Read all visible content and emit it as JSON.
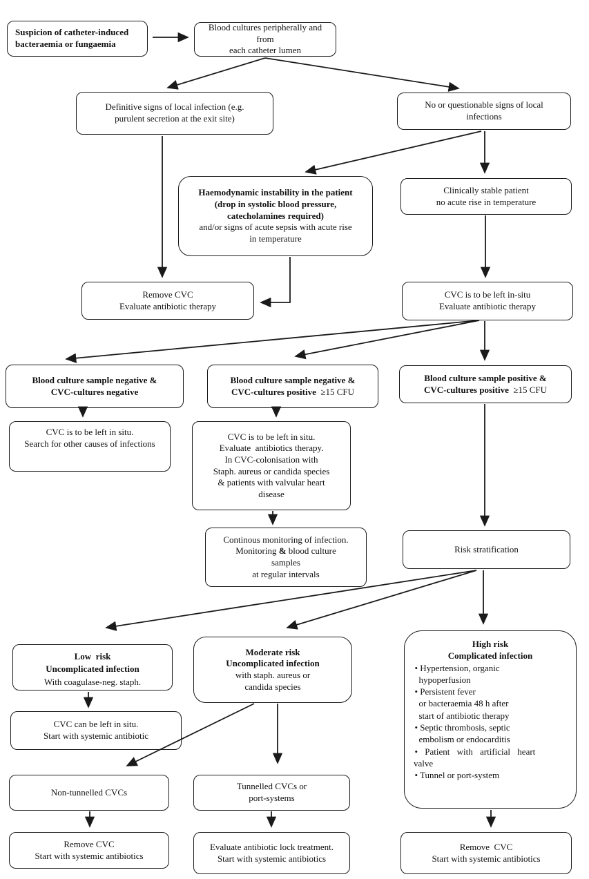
{
  "colors": {
    "line": "#1a1a1a",
    "text": "#111111",
    "background": "#ffffff"
  },
  "nodes": {
    "suspicion": {
      "lines": [
        "Suspicion of catheter-induced",
        "bacteraemia or fungaemia"
      ]
    },
    "blood_cultures": {
      "lines": [
        "Blood cultures peripherally and from",
        "each catheter lumen"
      ]
    },
    "definitive_signs": {
      "lines": [
        "Definitive signs of local infection (e.g.",
        "purulent secretion at the exit site)"
      ]
    },
    "no_questionable": {
      "lines": [
        "No or questionable signs of local",
        "infections"
      ]
    },
    "haemodynamic": {
      "bold_lines": [
        "Haemodynamic instability in the patient",
        "(drop in systolic blood pressure,",
        "catecholamines required)"
      ],
      "lines": [
        "and/or signs of acute sepsis with acute rise",
        "in temperature"
      ]
    },
    "clinically_stable": {
      "lines": [
        "Clinically stable patient",
        "no acute rise in temperature"
      ]
    },
    "remove_cvc_1": {
      "lines": [
        "Remove CVC",
        "Evaluate antibiotic therapy"
      ]
    },
    "cvc_insitu": {
      "lines": [
        "CVC is to be left in-situ",
        "Evaluate antibiotic therapy"
      ]
    },
    "col1_header": {
      "bold_lines": [
        "Blood culture sample negative &",
        "CVC-cultures negative"
      ]
    },
    "col2_header": {
      "bold_line": "Blood culture sample negative &",
      "l2_bold": "CVC-cultures positive",
      "l2_normal": "  ≥15 CFU"
    },
    "col3_header": {
      "bold_line": "Blood culture sample positive &",
      "l2_bold": "CVC-cultures positive",
      "l2_normal": "  ≥15 CFU"
    },
    "col1_insitu": {
      "lines": [
        "CVC is to be left in situ.",
        "Search for other causes of infections"
      ]
    },
    "col2_insitu": {
      "lines": [
        "CVC is to be left in situ.",
        "Evaluate  antibiotics therapy.",
        "In CVC-colonisation with",
        "Staph. aureus or candida species",
        "& patients with valvular heart",
        "disease"
      ]
    },
    "monitoring": {
      "l1": "Continous monitoring of infection.",
      "l2a": "Monitoring ",
      "l2b": "&",
      "l2c": " blood culture",
      "l3": "samples",
      "l4": "at regular intervals"
    },
    "risk_strat": {
      "lines": [
        "Risk stratification"
      ]
    },
    "low_risk": {
      "bold_lines": [
        "Low  risk",
        "Uncomplicated infection"
      ],
      "lines": [
        "With coagulase-neg. staph."
      ]
    },
    "moderate_risk": {
      "bold_lines": [
        "Moderate risk",
        "Uncomplicated infection"
      ],
      "lines": [
        "with staph. aureus or",
        "candida species"
      ]
    },
    "high_risk": {
      "bold_lines": [
        "High risk",
        "Complicated infection"
      ],
      "bullets": [
        "• Hypertension, organic",
        "hypoperfusion",
        "• Persistent fever",
        "or bacteraemia 48 h after",
        "start of antibiotic therapy",
        "• Septic thrombosis, septic",
        "embolism or endocarditis",
        "• Patient with artificial heart",
        "valve",
        "• Tunnel or port-system"
      ]
    },
    "cvc_can_left": {
      "lines": [
        "CVC can be left in situ.",
        "Start with systemic antibiotic"
      ]
    },
    "non_tunnelled": {
      "lines": [
        "Non-tunnelled CVCs"
      ]
    },
    "tunnelled": {
      "lines": [
        "Tunnelled CVCs or",
        "port-systems"
      ]
    },
    "remove_cvc_2": {
      "lines": [
        "Remove CVC",
        "Start with systemic antibiotics"
      ]
    },
    "lock_treatment": {
      "lines": [
        "Evaluate antibiotic lock treatment.",
        "Start with systemic antibiotics"
      ]
    },
    "remove_cvc_3": {
      "lines": [
        "Remove  CVC",
        "Start with systemic antibiotics"
      ]
    }
  }
}
